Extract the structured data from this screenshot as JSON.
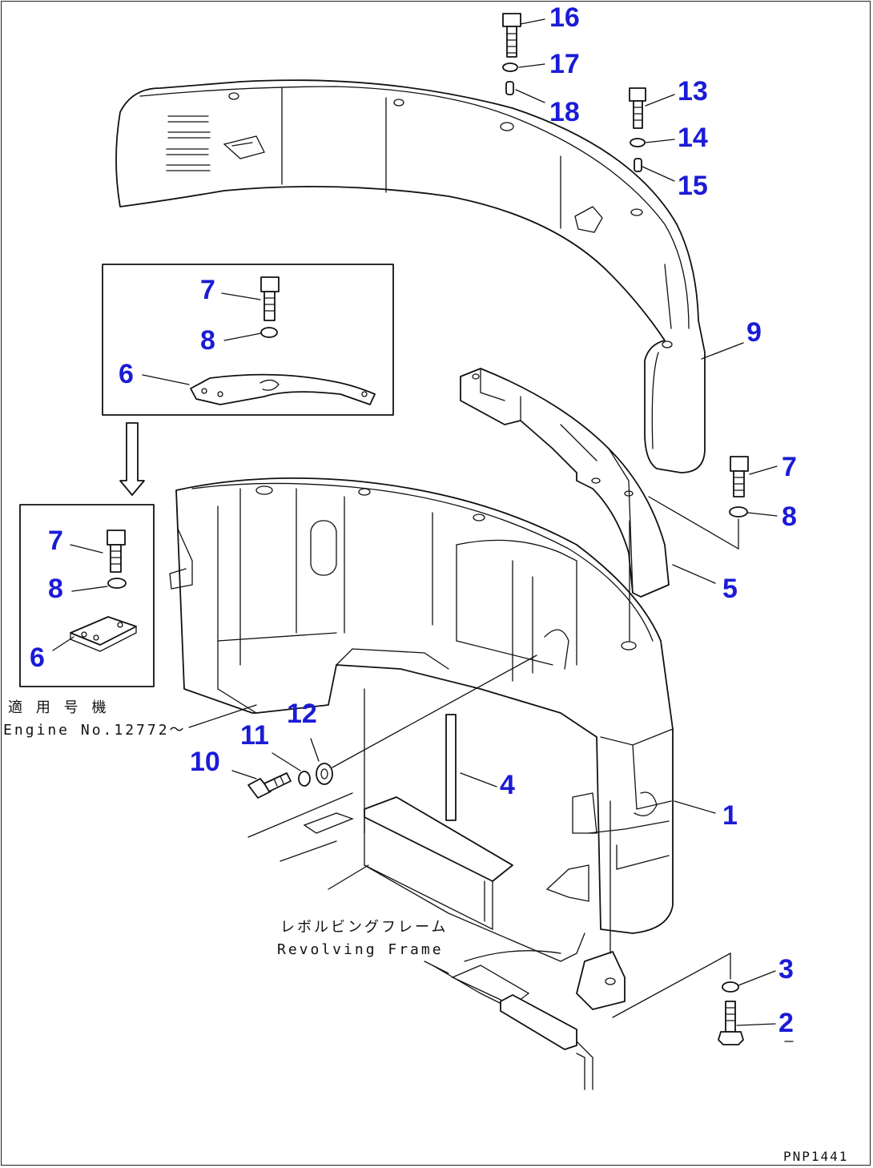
{
  "callouts": {
    "p16": "16",
    "p17": "17",
    "p18": "18",
    "p13": "13",
    "p14": "14",
    "p15": "15",
    "p9": "9",
    "inset_top_7": "7",
    "inset_top_8": "8",
    "inset_top_6": "6",
    "right_7": "7",
    "right_8": "8",
    "p5": "5",
    "inset_left_7": "7",
    "inset_left_8": "8",
    "inset_left_6": "6",
    "p12": "12",
    "p11": "11",
    "p10": "10",
    "p4": "4",
    "p1": "1",
    "p3": "3",
    "p2": "2"
  },
  "notes": {
    "serial_jp": "適 用 号 機",
    "serial_en": "Engine No.12772～",
    "frame_jp": "レボルビングフレーム",
    "frame_en": "Revolving Frame",
    "drawing_code": "PNP1441"
  },
  "colors": {
    "callout": "#1b1bd6",
    "line": "#111111"
  }
}
